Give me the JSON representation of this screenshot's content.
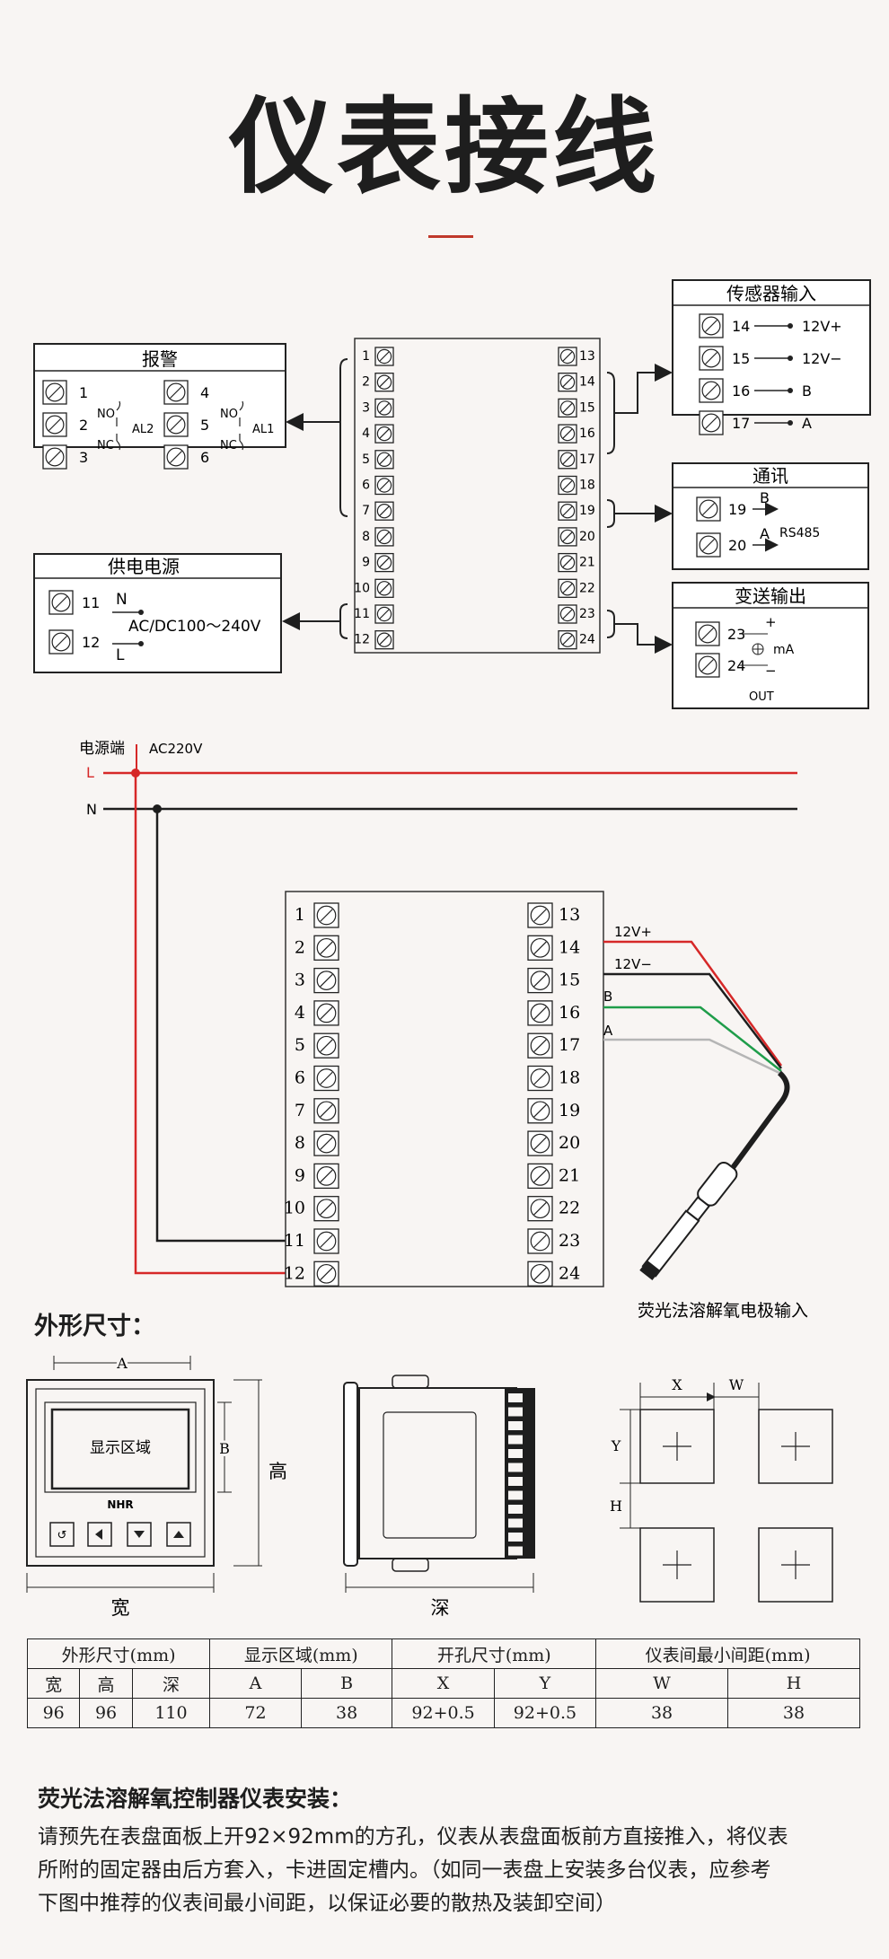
{
  "title": "仪表接线",
  "wiring": {
    "alarm": {
      "title": "报警",
      "no": "NO",
      "nc": "NC",
      "al2": "AL2",
      "al1": "AL1",
      "terminals": [
        "1",
        "2",
        "3",
        "4",
        "5",
        "6"
      ]
    },
    "power": {
      "title": "供电电源",
      "n": "N",
      "l": "L",
      "range": "AC/DC100～240V",
      "terminals": [
        "11",
        "12"
      ]
    },
    "sensor": {
      "title": "传感器输入",
      "rows": [
        {
          "t": "14",
          "label": "12V+"
        },
        {
          "t": "15",
          "label": "12V−"
        },
        {
          "t": "16",
          "label": "B"
        },
        {
          "t": "17",
          "label": "A"
        }
      ]
    },
    "comm": {
      "title": "通讯",
      "rows": [
        {
          "t": "19",
          "label": "B"
        },
        {
          "t": "20",
          "label": "A"
        }
      ],
      "protocol": "RS485"
    },
    "output": {
      "title": "变送输出",
      "terminals": [
        "23",
        "24"
      ],
      "plus": "+",
      "minus": "−",
      "unit": "mA",
      "out": "OUT"
    },
    "left_terminals": [
      "1",
      "2",
      "3",
      "4",
      "5",
      "6",
      "7",
      "8",
      "9",
      "10",
      "11",
      "12"
    ],
    "right_terminals": [
      "13",
      "14",
      "15",
      "16",
      "17",
      "18",
      "19",
      "20",
      "21",
      "22",
      "23",
      "24"
    ]
  },
  "example": {
    "power_label": "电源端",
    "voltage": "AC220V",
    "l": "L",
    "n": "N",
    "wires": [
      "12V+",
      "12V−",
      "B",
      "A"
    ],
    "probe_label": "荧光法溶解氧电极输入",
    "colors": {
      "red": "#d62828",
      "black": "#1e1e1e",
      "green": "#1f9d4a",
      "gray": "#b5b5b5"
    }
  },
  "dimensions": {
    "heading": "外形尺寸：",
    "front": {
      "a": "A",
      "b": "B",
      "height": "高",
      "width": "宽",
      "display": "显示区域",
      "brand": "NHR"
    },
    "side": {
      "depth": "深"
    },
    "cutout": {
      "x": "X",
      "w": "W",
      "y": "Y",
      "h": "H"
    },
    "table": {
      "header": [
        "外形尺寸(mm)",
        "显示区域(mm)",
        "开孔尺寸(mm)",
        "仪表间最小间距(mm)"
      ],
      "sub": [
        "宽",
        "高",
        "深",
        "A",
        "B",
        "X",
        "Y",
        "W",
        "H"
      ],
      "values": [
        "96",
        "96",
        "110",
        "72",
        "38",
        "92+0.5",
        "92+0.5",
        "38",
        "38"
      ]
    }
  },
  "install": {
    "title": "荧光法溶解氧控制器仪表安装：",
    "lines": [
      "请预先在表盘面板上开92×92mm的方孔，仪表从表盘面板前方直接推入，将仪表",
      "所附的固定器由后方套入，卡进固定槽内。（如同一表盘上安装多台仪表，应参考",
      "下图中推荐的仪表间最小间距，以保证必要的散热及装卸空间）"
    ]
  }
}
